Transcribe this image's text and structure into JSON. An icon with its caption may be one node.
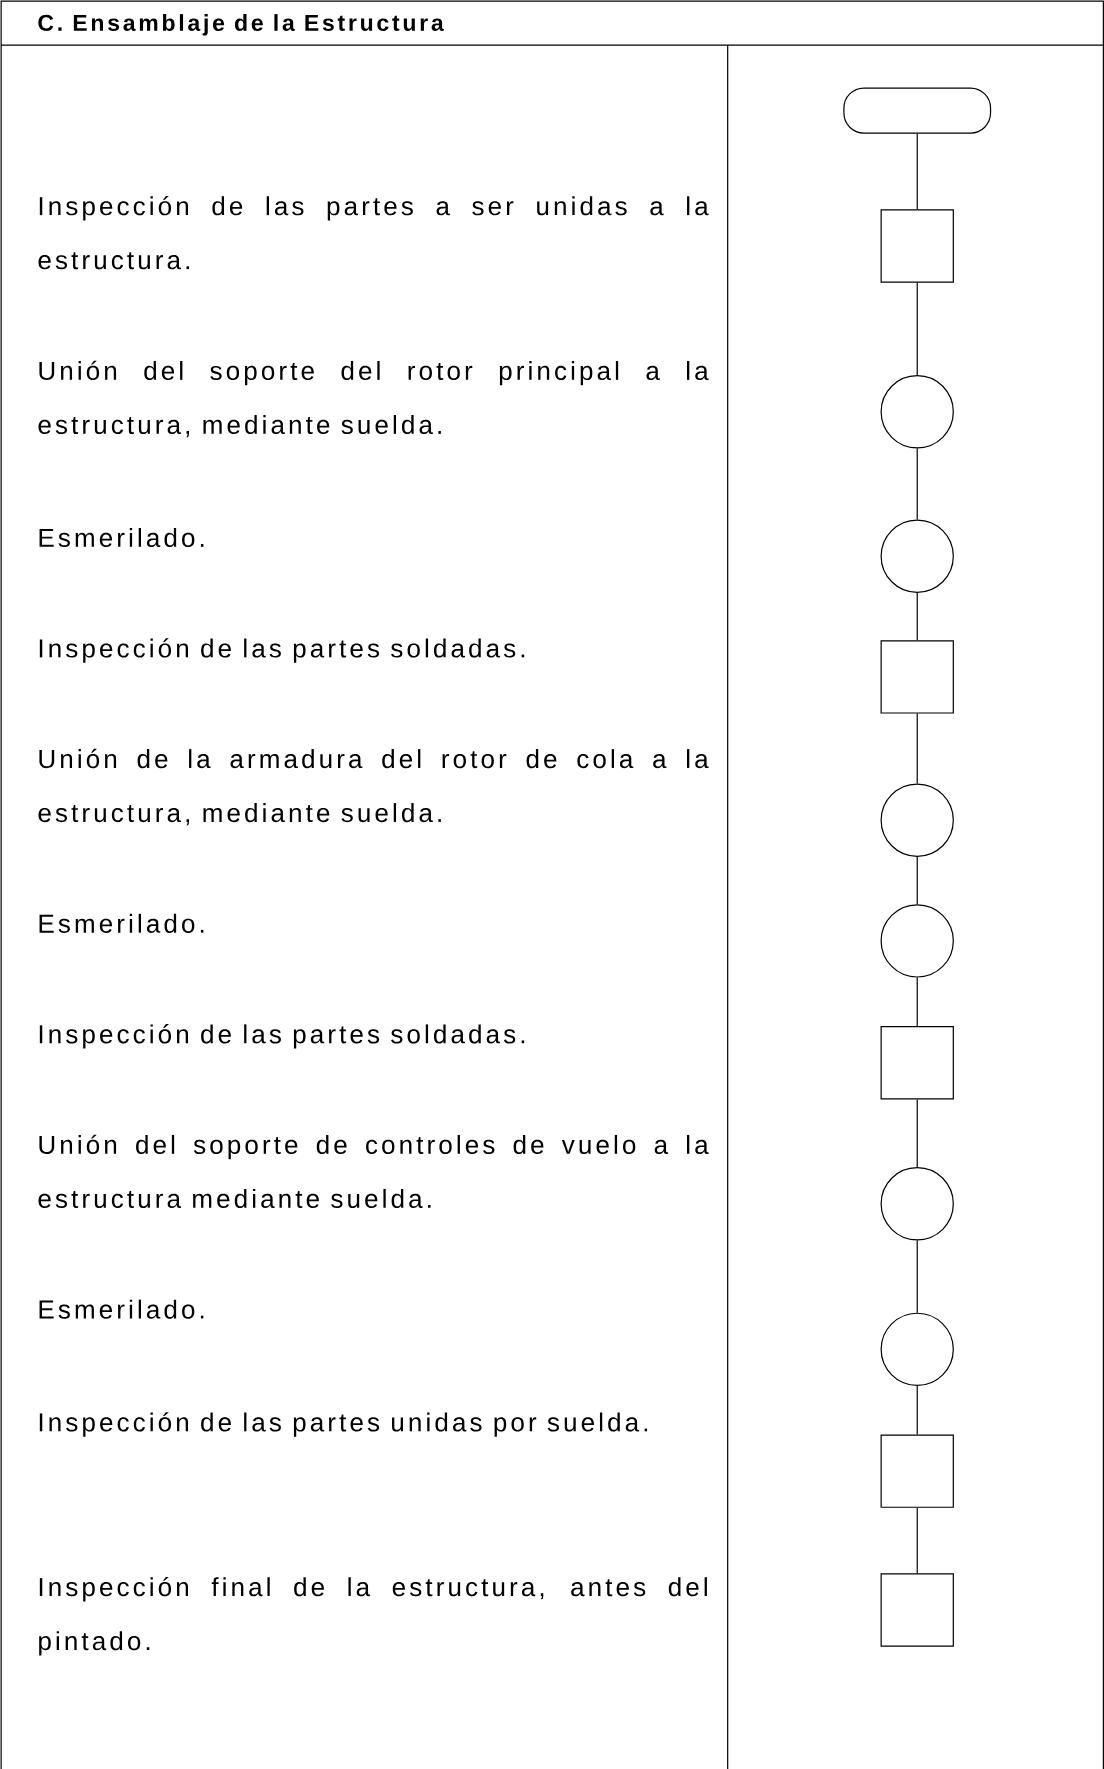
{
  "diagram": {
    "title": "C. Ensamblaje de la Estructura",
    "nodes": [
      {
        "text": [],
        "shape": "pill"
      },
      {
        "text": [],
        "shape": "box"
      },
      {
        "text": [],
        "shape": "circle"
      },
      {
        "text": [],
        "shape": "circle"
      },
      {
        "text": [],
        "shape": "box"
      },
      {
        "text": [],
        "shape": "circle"
      },
      {
        "text": [],
        "shape": "circle"
      },
      {
        "text": [],
        "shape": "box"
      },
      {
        "text": [],
        "shape": "circle"
      },
      {
        "text": [],
        "shape": "circle"
      },
      {
        "text": [],
        "shape": "box"
      },
      {
        "text": [],
        "shape": "box"
      }
    ],
    "edges": [
      {
        "from": 0,
        "to": 1,
        "arrow": "none"
      },
      {
        "from": 1,
        "to": 2,
        "arrow": "none"
      },
      {
        "from": 2,
        "to": 3,
        "arrow": "none"
      },
      {
        "from": 3,
        "to": 4,
        "arrow": "none"
      },
      {
        "from": 4,
        "to": 5,
        "arrow": "none"
      },
      {
        "from": 5,
        "to": 6,
        "arrow": "none"
      },
      {
        "from": 6,
        "to": 7,
        "arrow": "none"
      },
      {
        "from": 7,
        "to": 8,
        "arrow": "none"
      },
      {
        "from": 8,
        "to": 9,
        "arrow": "none"
      },
      {
        "from": 9,
        "to": 10,
        "arrow": "none"
      },
      {
        "from": 10,
        "to": 11,
        "arrow": "none"
      }
    ],
    "labels": [
      "Inspección de las partes a ser unidas a la estructura.",
      "Unión del soporte del rotor principal a la estructura, mediante suelda.",
      "Esmerilado.",
      "Inspección de las partes soldadas.",
      "Unión de la armadura del rotor de cola a la estructura, mediante suelda.",
      "Esmerilado.",
      "Inspección de las partes soldadas.",
      "Unión del soporte de controles de vuelo a la estructura mediante suelda.",
      "Esmerilado.",
      "Inspección de las partes unidas por suelda.",
      "Inspección final de la estructura, antes del pintado."
    ]
  }
}
